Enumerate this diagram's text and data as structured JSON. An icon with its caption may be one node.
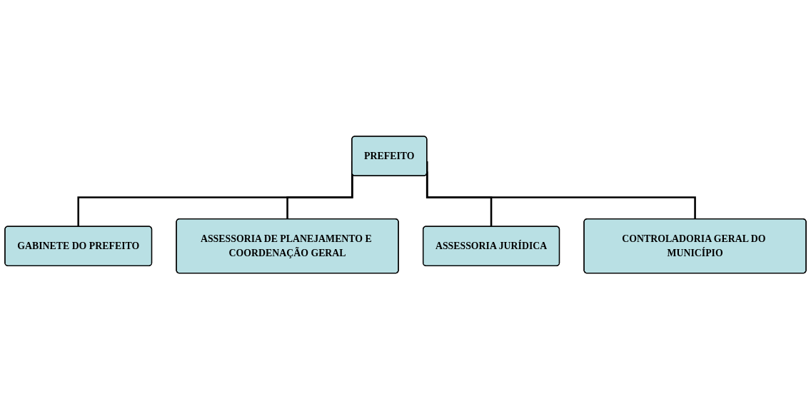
{
  "diagram": {
    "nodes": [
      {
        "text": [
          "PREFEITO"
        ]
      },
      {
        "text": [
          "GABINETE DO PREFEITO"
        ]
      },
      {
        "text": [
          "ASSESSORIA DE PLANEJAMENTO E COORDENAÇÃO GERAL"
        ]
      },
      {
        "text": [
          "ASSESSORIA JURÍDICA"
        ]
      },
      {
        "text": [
          "CONTROLADORIA GERAL DO MUNICÍPIO"
        ]
      }
    ],
    "edges": [
      {
        "from": 0,
        "to": 1,
        "arrow": "none"
      },
      {
        "from": 0,
        "to": 2,
        "arrow": "none"
      },
      {
        "from": 0,
        "to": 3,
        "arrow": "none"
      },
      {
        "from": 0,
        "to": 4,
        "arrow": "none"
      }
    ]
  }
}
